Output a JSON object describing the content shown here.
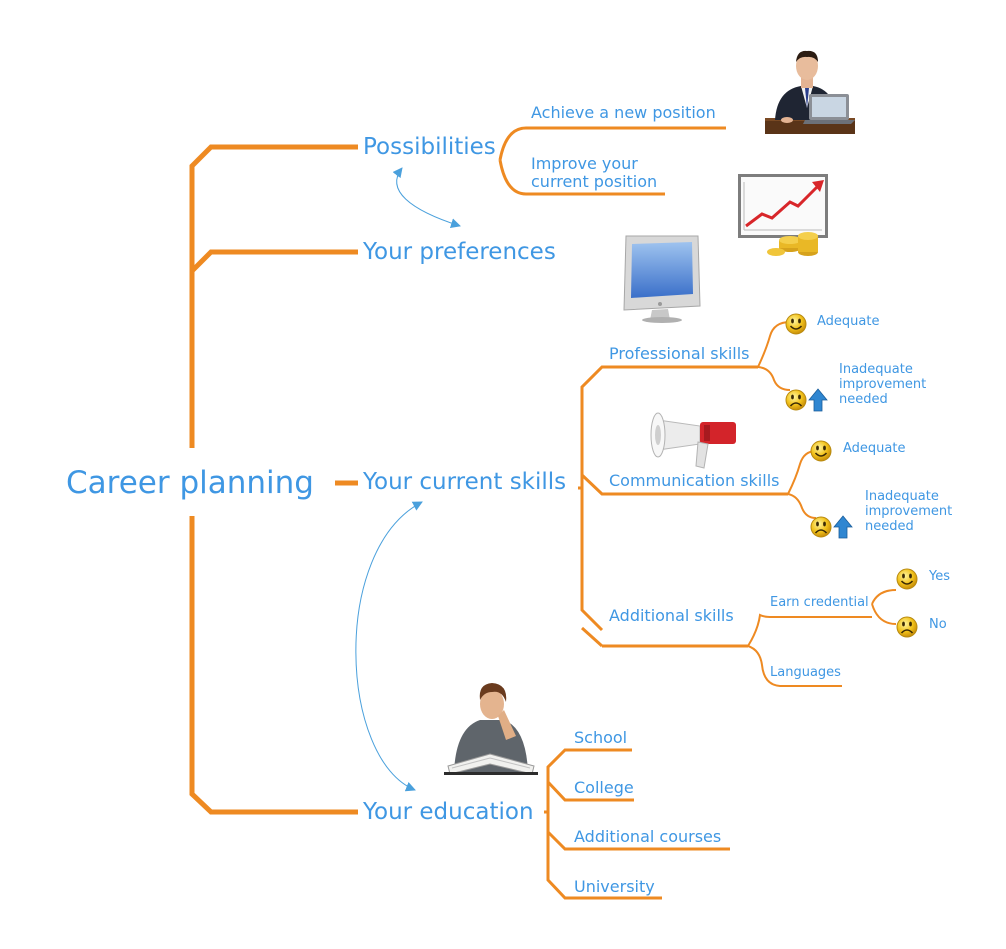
{
  "title": "Career planning",
  "branches": {
    "possibilities": {
      "label": "Possibilities",
      "children": [
        "Achieve a new position",
        "Improve your\ncurrent position"
      ]
    },
    "preferences": {
      "label": "Your preferences"
    },
    "current_skills": {
      "label": "Your current skills",
      "professional": {
        "label": "Professional skills",
        "adequate": "Adequate",
        "inadequate": "Inadequate\nimprovement\nneeded"
      },
      "communication": {
        "label": "Communication skills",
        "adequate": "Adequate",
        "inadequate": "Inadequate\nimprovement\nneeded"
      },
      "additional": {
        "label": "Additional skills",
        "earn_credential": "Earn credential",
        "yes": "Yes",
        "no": "No",
        "languages": "Languages"
      }
    },
    "education": {
      "label": "Your education",
      "children": [
        "School",
        "College",
        "Additional courses",
        "University"
      ]
    }
  },
  "icons": [
    "businessman-laptop-icon",
    "growth-chart-coins-icon",
    "monitor-icon",
    "megaphone-icon",
    "student-reading-icon",
    "smiley-happy-icon",
    "smiley-sad-icon",
    "up-arrow-icon"
  ],
  "colors": {
    "branch": "#ee8a22",
    "text": "#3f97e3",
    "arrow": "#4aa0dc",
    "smiley": "#f2c21b"
  }
}
